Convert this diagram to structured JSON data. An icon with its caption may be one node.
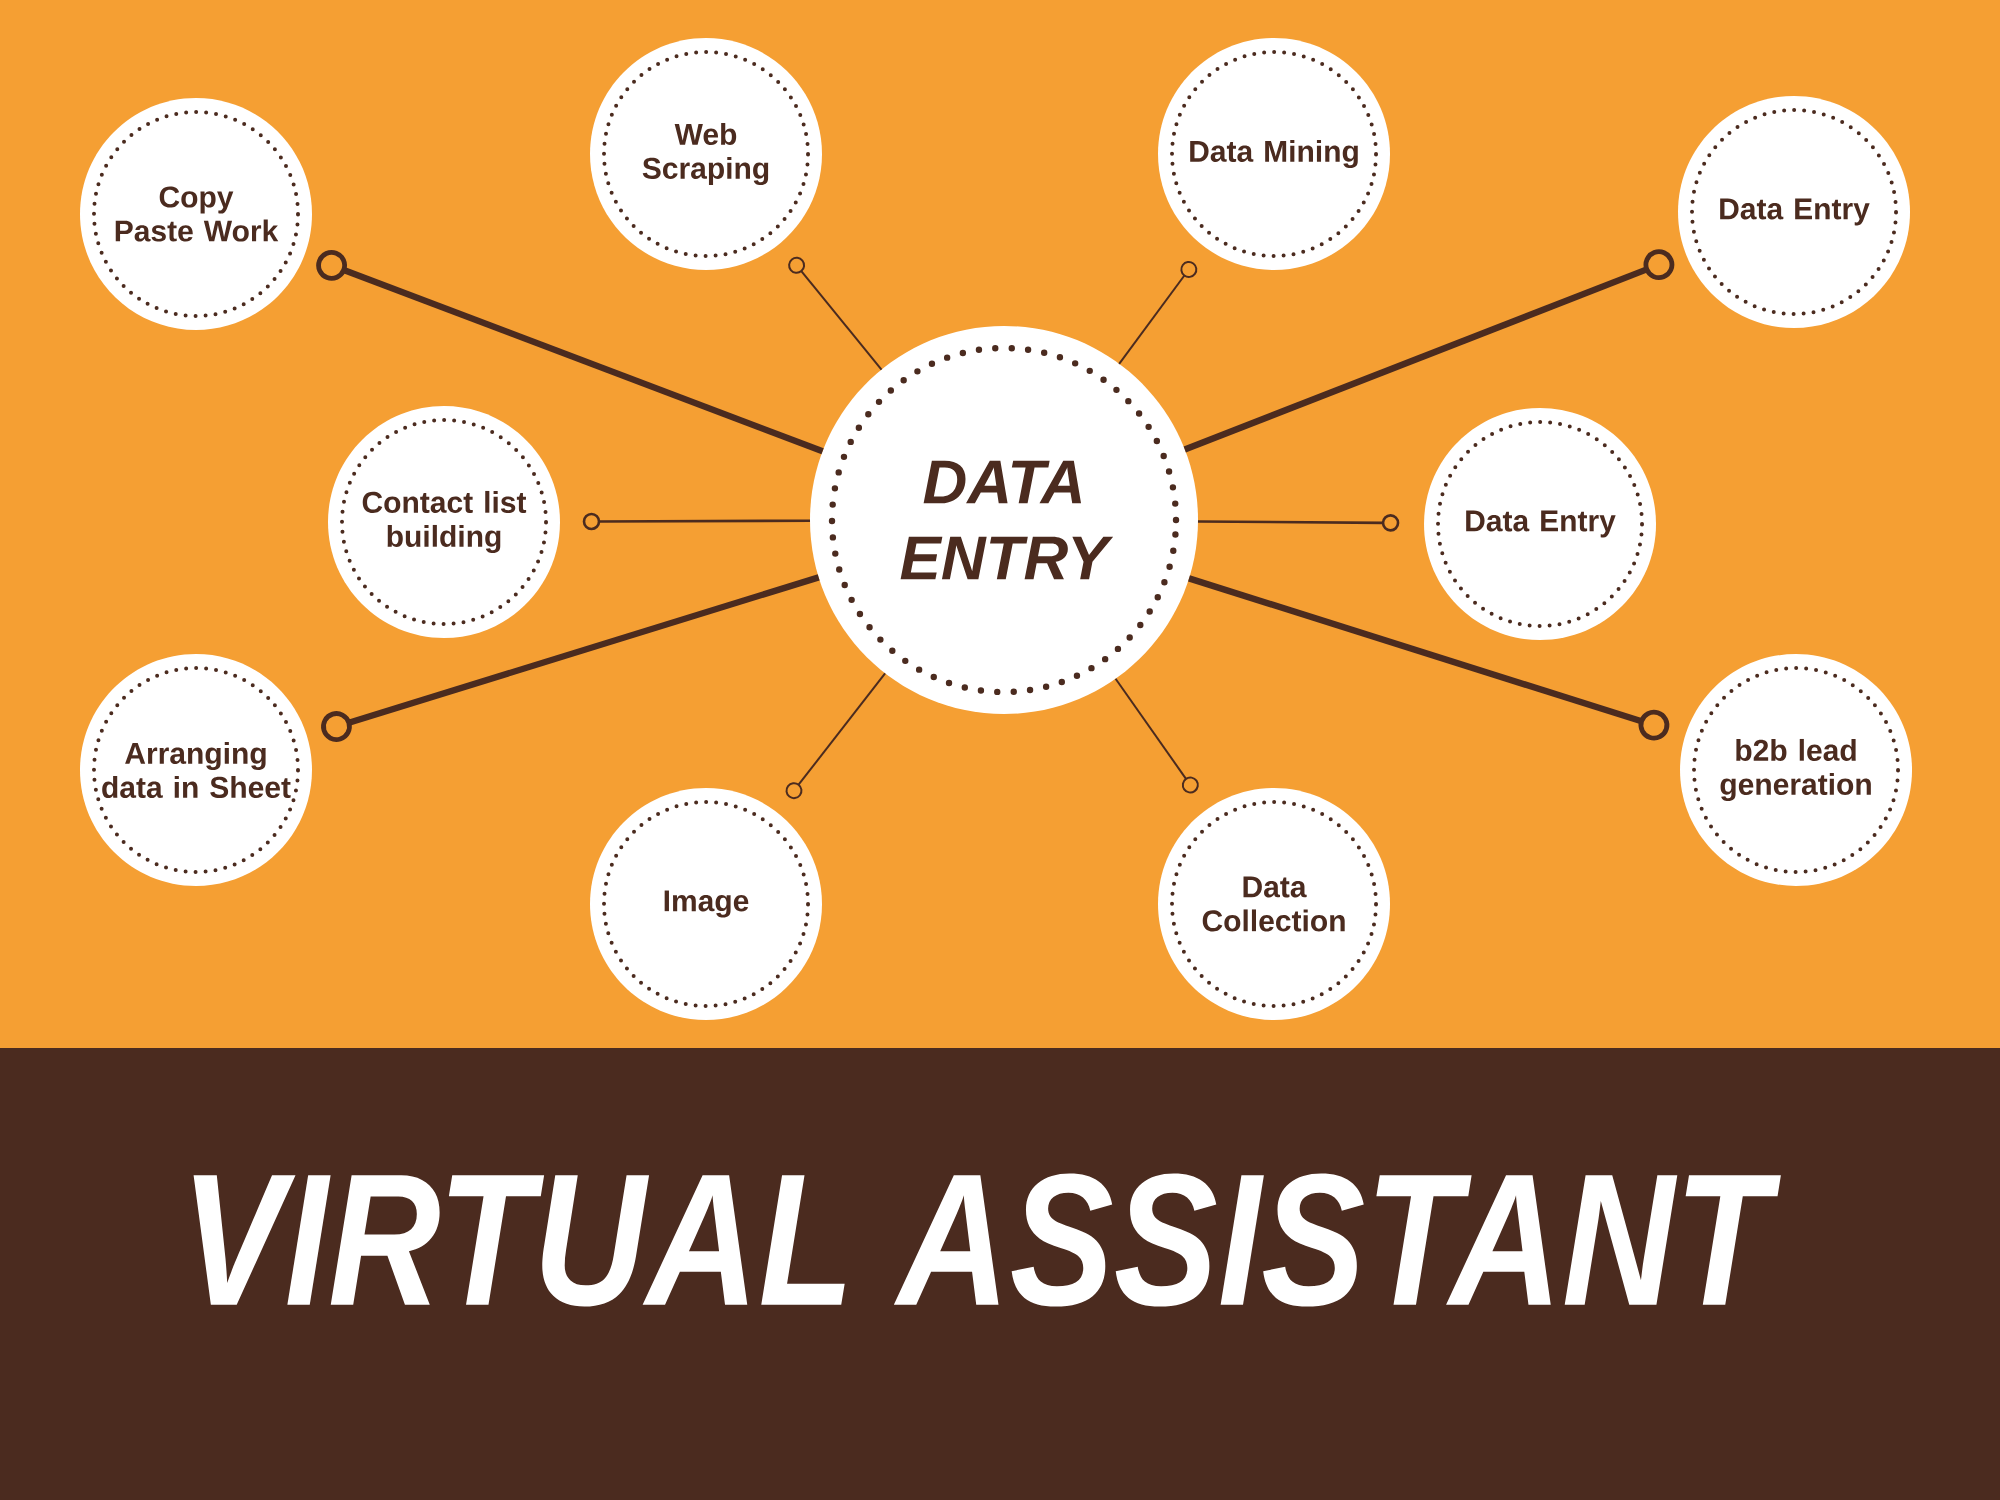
{
  "diagram": {
    "title": "VIRTUAL ASSISTANT",
    "nodes": [
      {
        "text": [
          "DATA ENTRY"
        ]
      },
      {
        "text": [
          "Copy Paste Work"
        ]
      },
      {
        "text": [
          "Web Scraping"
        ]
      },
      {
        "text": [
          "Data Mining"
        ]
      },
      {
        "text": [
          "Data Entry"
        ]
      },
      {
        "text": [
          "Contact list building"
        ]
      },
      {
        "text": [
          "Data Entry"
        ]
      },
      {
        "text": [
          "Arranging data in Sheet"
        ]
      },
      {
        "text": [
          "Image"
        ]
      },
      {
        "text": [
          "Data Collection"
        ]
      },
      {
        "text": [
          "b2b lead generation"
        ]
      }
    ],
    "edges": [
      {
        "from": 0,
        "to": 1,
        "arrow": "other",
        "style": "thick"
      },
      {
        "from": 0,
        "to": 2,
        "arrow": "other"
      },
      {
        "from": 0,
        "to": 3,
        "arrow": "other"
      },
      {
        "from": 0,
        "to": 4,
        "arrow": "other",
        "style": "thick"
      },
      {
        "from": 0,
        "to": 5,
        "arrow": "other"
      },
      {
        "from": 0,
        "to": 6,
        "arrow": "other"
      },
      {
        "from": 0,
        "to": 7,
        "arrow": "other",
        "style": "thick"
      },
      {
        "from": 0,
        "to": 8,
        "arrow": "other"
      },
      {
        "from": 0,
        "to": 9,
        "arrow": "other"
      },
      {
        "from": 0,
        "to": 10,
        "arrow": "other",
        "style": "thick"
      }
    ]
  }
}
